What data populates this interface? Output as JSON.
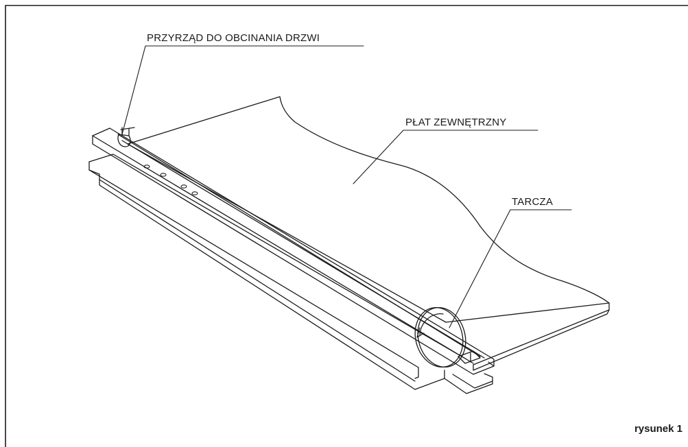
{
  "figure": {
    "labels": {
      "tool": "PRZYRZĄD DO OBCINANIA DRZWI",
      "panel": "PŁAT ZEWNĘTRZNY",
      "disc": "TARCZA"
    },
    "caption": "rysunek 1"
  },
  "colors": {
    "line": "#1a1a1a",
    "background": "#ffffff"
  }
}
